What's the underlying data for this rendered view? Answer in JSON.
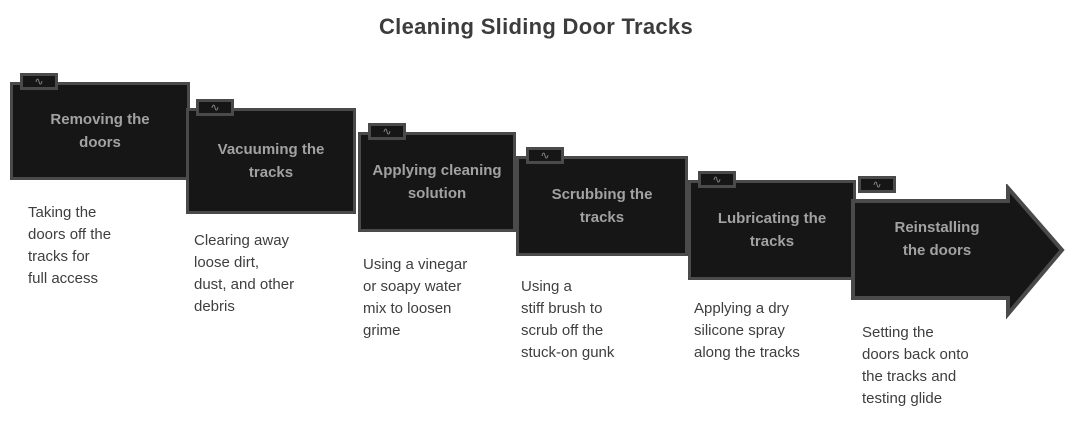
{
  "title": "Cleaning Sliding Door Tracks",
  "colors": {
    "background": "#ffffff",
    "box_fill": "#161616",
    "box_border": "#4a4a4a",
    "box_label_text": "#a2a2a2",
    "description_text": "#3e3e3e",
    "title_text": "#3c3c3c"
  },
  "icons": {
    "tab_clip_glyph": "∿"
  },
  "steps": [
    {
      "label": "Removing the\ndoors",
      "description": "Taking the\ndoors off the\ntracks for\nfull access"
    },
    {
      "label": "Vacuuming the\ntracks",
      "description": "Clearing away\nloose dirt,\ndust, and other\ndebris"
    },
    {
      "label": "Applying cleaning\nsolution",
      "description": "Using a vinegar\nor soapy water\nmix to loosen\ngrime"
    },
    {
      "label": "Scrubbing the\ntracks",
      "description": "Using a\nstiff brush to\nscrub off the\nstuck-on gunk"
    },
    {
      "label": "Lubricating the\ntracks",
      "description": "Applying a dry\nsilicone spray\nalong the tracks"
    },
    {
      "label": "Reinstalling\nthe doors",
      "description": "Setting the\ndoors back onto\nthe tracks and\ntesting glide"
    }
  ]
}
